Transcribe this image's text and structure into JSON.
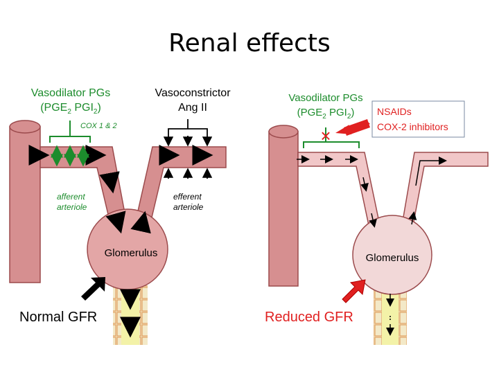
{
  "title": "Renal effects",
  "colors": {
    "vessel_normal": "#d68f90",
    "vessel_normal_edge": "#9b4a4c",
    "vessel_reduced": "#f1c7c8",
    "glomerulus_normal": "#e3a6a6",
    "glomerulus_reduced": "#f2d8d8",
    "tubule": "#f3f2a8",
    "tubule_border": "#e0a060",
    "green": "#1c8c2c",
    "red": "#e02020",
    "black": "#000000"
  },
  "normal_panel": {
    "vasodilator_label_1": "Vasodilator PGs",
    "vasodilator_label_2a": "(PGE",
    "vasodilator_sub_1": "2",
    "vasodilator_label_2b": " PGI",
    "vasodilator_sub_2": "2",
    "vasodilator_label_2c": ")",
    "cox_label": "COX 1 & 2",
    "vasoconstrictor_label_1": "Vasoconstrictor",
    "vasoconstrictor_label_2": "Ang II",
    "afferent_label_1": "afferent",
    "afferent_label_2": "arteriole",
    "efferent_label_1": "efferent",
    "efferent_label_2": "arteriole",
    "glomerulus_label": "Glomerulus",
    "gfr_label": "Normal GFR"
  },
  "reduced_panel": {
    "vasodilator_label_1": "Vasodilator PGs",
    "vasodilator_label_2a": "(PGE",
    "vasodilator_sub_1": "2",
    "vasodilator_label_2b": " PGI",
    "vasodilator_sub_2": "2",
    "vasodilator_label_2c": ")",
    "inhibitor_label_1": "NSAIDs",
    "inhibitor_label_2": "COX-2 inhibitors",
    "block_mark": "×",
    "glomerulus_label": "Glomerulus",
    "gfr_label": "Reduced GFR"
  }
}
